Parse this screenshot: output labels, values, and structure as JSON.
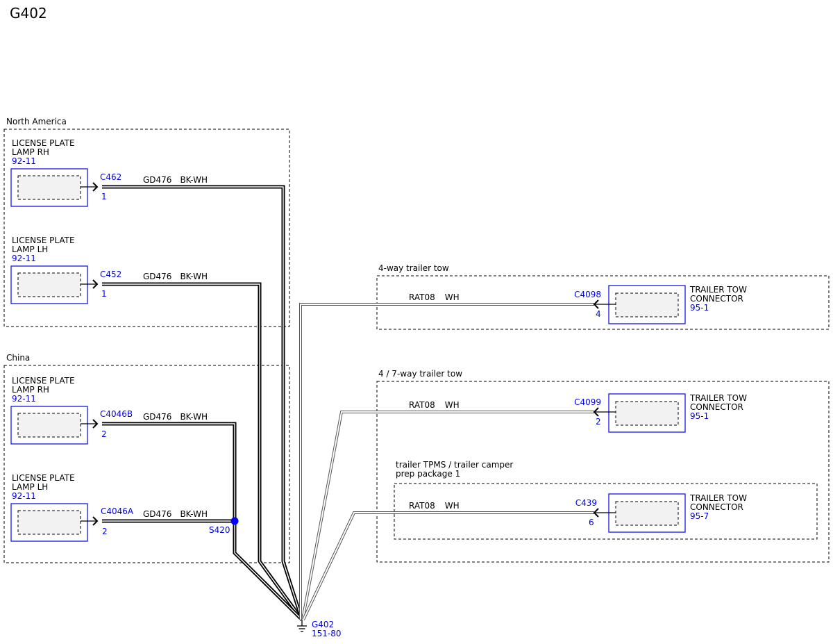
{
  "page_title": "G402",
  "groups": {
    "north_america": "North America",
    "china": "China",
    "four_way": "4-way trailer tow",
    "four_seven_way": "4 / 7-way trailer tow",
    "tpms_line1": "trailer TPMS / trailer camper",
    "tpms_line2": "prep package 1"
  },
  "components": {
    "lp_rh_na": {
      "line1": "LICENSE PLATE",
      "line2": "LAMP RH",
      "ref": "92-11",
      "connector": "C462",
      "pin": "1"
    },
    "lp_lh_na": {
      "line1": "LICENSE PLATE",
      "line2": "LAMP LH",
      "ref": "92-11",
      "connector": "C452",
      "pin": "1"
    },
    "lp_rh_cn": {
      "line1": "LICENSE PLATE",
      "line2": "LAMP RH",
      "ref": "92-11",
      "connector": "C4046B",
      "pin": "2"
    },
    "lp_lh_cn": {
      "line1": "LICENSE PLATE",
      "line2": "LAMP LH",
      "ref": "92-11",
      "connector": "C4046A",
      "pin": "2"
    },
    "ttc_4way": {
      "line1": "TRAILER TOW",
      "line2": "CONNECTOR",
      "ref": "95-1",
      "connector": "C4098",
      "pin": "4"
    },
    "ttc_47way": {
      "line1": "TRAILER TOW",
      "line2": "CONNECTOR",
      "ref": "95-1",
      "connector": "C4099",
      "pin": "2"
    },
    "ttc_tpms": {
      "line1": "TRAILER TOW",
      "line2": "CONNECTOR",
      "ref": "95-7",
      "connector": "C439",
      "pin": "6"
    }
  },
  "wires": {
    "gd476_1": {
      "circuit": "GD476",
      "color": "BK-WH"
    },
    "gd476_2": {
      "circuit": "GD476",
      "color": "BK-WH"
    },
    "gd476_3": {
      "circuit": "GD476",
      "color": "BK-WH"
    },
    "gd476_4": {
      "circuit": "GD476",
      "color": "BK-WH"
    },
    "rat08_1": {
      "circuit": "RAT08",
      "color": "WH"
    },
    "rat08_2": {
      "circuit": "RAT08",
      "color": "WH"
    },
    "rat08_3": {
      "circuit": "RAT08",
      "color": "WH"
    }
  },
  "splice": {
    "label": "S420"
  },
  "ground": {
    "label": "G402",
    "ref": "151-80"
  },
  "colors": {
    "link_blue": "#0000e6",
    "wire_black": "#000000",
    "wire_white": "#ffffff",
    "splice_blue": "#0000ff"
  },
  "icons": {
    "ground": "ground-symbol-icon",
    "splice": "splice-dot-icon",
    "connector": "connector-arrow-icon"
  }
}
